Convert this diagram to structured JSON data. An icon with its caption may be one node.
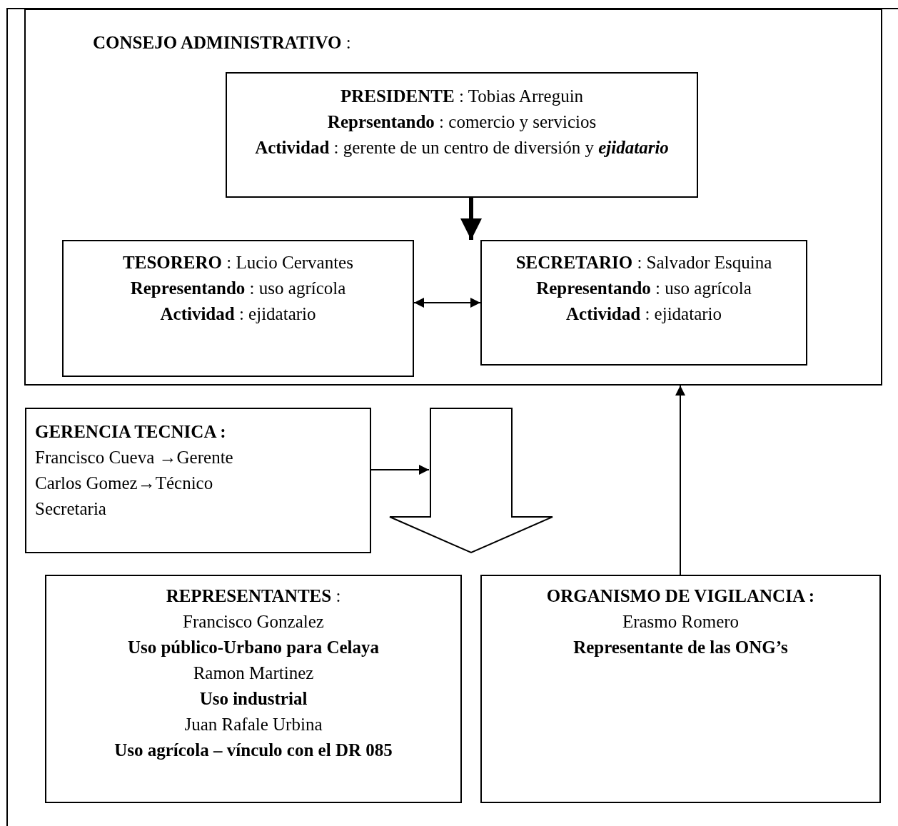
{
  "diagram": {
    "nodes": [
      {
        "text": [
          "**CONSEJO ADMINISTRATIVO** :"
        ]
      },
      {
        "text": [
          "**PRESIDENTE** : Tobias Arreguin",
          "**Reprsentando** : comercio y servicios",
          "**Actividad** : gerente de un centro de diversión y *ejidatario*"
        ],
        "in": 0
      },
      {
        "text": [
          "**TESORERO** : Lucio Cervantes",
          "**Representando** : uso agrícola",
          "**Actividad** : ejidatario"
        ],
        "in": 0
      },
      {
        "text": [
          "**SECRETARIO** : Salvador Esquina",
          "**Representando** : uso agrícola",
          "**Actividad** : ejidatario"
        ],
        "in": 0
      },
      {
        "text": [
          "GERENCIA TECNICA :",
          "Francisco Cueva →Gerente",
          "Carlos Gomez→Técnico",
          "Secretaria"
        ]
      },
      {
        "text": [],
        "shape": "arrow"
      },
      {
        "text": [
          "**REPRESENTANTES** :",
          "Francisco Gonzalez",
          "**Uso público-Urbano para Celaya**",
          "Ramon Martinez",
          "**Uso industrial**",
          "Juan Rafale Urbina",
          "**Uso agrícola – vínculo con el DR 085**"
        ]
      },
      {
        "text": [
          "ORGANISMO DE VIGILANCIA :",
          "Erasmo Romero",
          "**Representante de las ONG’s**"
        ]
      }
    ],
    "edges": [
      {
        "from": 1,
        "to": 3,
        "arrow": "to",
        "style": "thick"
      },
      {
        "from": 2,
        "to": 3,
        "arrow": "both"
      },
      {
        "from": 4,
        "to": 5,
        "arrow": "to"
      },
      {
        "from": 7,
        "to": 0,
        "arrow": "to"
      }
    ]
  }
}
